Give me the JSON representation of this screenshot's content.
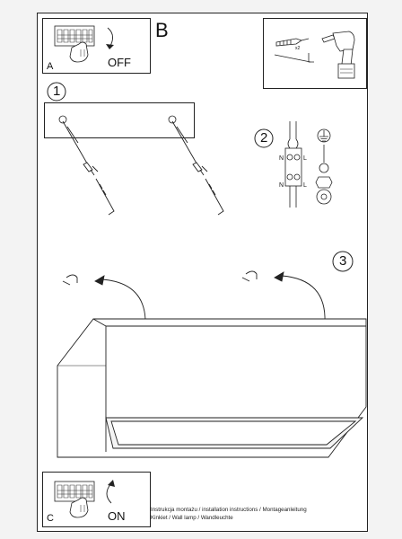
{
  "steps": {
    "a": {
      "letter": "A",
      "switch_text": "OFF"
    },
    "b": {
      "letter": "B",
      "count_label": "x2"
    },
    "c": {
      "letter": "C",
      "switch_text": "ON"
    },
    "one": "1",
    "two": "2",
    "three": "3"
  },
  "wiring": {
    "neutral_label": "N",
    "live_label": "L"
  },
  "caption": {
    "line1": "Instrukcja montażu / installation instructions / Montageanleitung",
    "line2": "Kinkiet / Wall lamp / Wandleuchte"
  },
  "icons": [
    "switch-off-icon",
    "screws-icon",
    "drill-icon",
    "dowel-screw-icon",
    "ground-icon",
    "terminal-block-icon",
    "rotate-arrow-icon",
    "switch-on-icon"
  ]
}
